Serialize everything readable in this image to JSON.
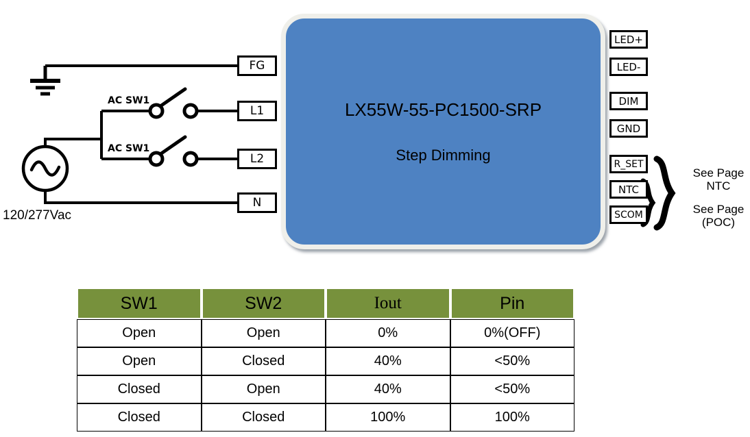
{
  "device": {
    "model": "LX55W-55-PC1500-SRP",
    "mode": "Step Dimming",
    "body_color": "#4E82C2"
  },
  "input_side": {
    "source_label": "120/277Vac",
    "ground_icon": "earth-ground-icon",
    "ac_source_icon": "ac-source-icon",
    "switches": [
      {
        "label": "AC SW1",
        "state": "open",
        "feeds": "L1"
      },
      {
        "label": "AC SW1",
        "state": "open",
        "feeds": "L2"
      }
    ],
    "terminals": [
      {
        "label": "FG"
      },
      {
        "label": "L1"
      },
      {
        "label": "L2"
      },
      {
        "label": "N"
      }
    ]
  },
  "output_side": {
    "terminals": [
      {
        "label": "LED+"
      },
      {
        "label": "LED-"
      },
      {
        "label": "DIM"
      },
      {
        "label": "GND"
      },
      {
        "label": "R_SET"
      },
      {
        "label": "NTC"
      },
      {
        "label": "SCOM"
      }
    ],
    "annotations": [
      {
        "text": "See Page\nNTC",
        "brace": "large-brace-icon",
        "spans": [
          "R_SET",
          "NTC",
          "SCOM"
        ]
      },
      {
        "text": "See Page\n(POC)",
        "brace": "small-brace-icon",
        "spans": [
          "NTC",
          "SCOM"
        ]
      }
    ]
  },
  "truth_table": {
    "header_color": "#77913C",
    "columns": [
      "SW1",
      "SW2",
      "Iout",
      "Pin"
    ],
    "rows": [
      [
        "Open",
        "Open",
        "0%",
        "0%(OFF)"
      ],
      [
        "Open",
        "Closed",
        "40%",
        "<50%"
      ],
      [
        "Closed",
        "Open",
        "40%",
        "<50%"
      ],
      [
        "Closed",
        "Closed",
        "100%",
        "100%"
      ]
    ]
  }
}
